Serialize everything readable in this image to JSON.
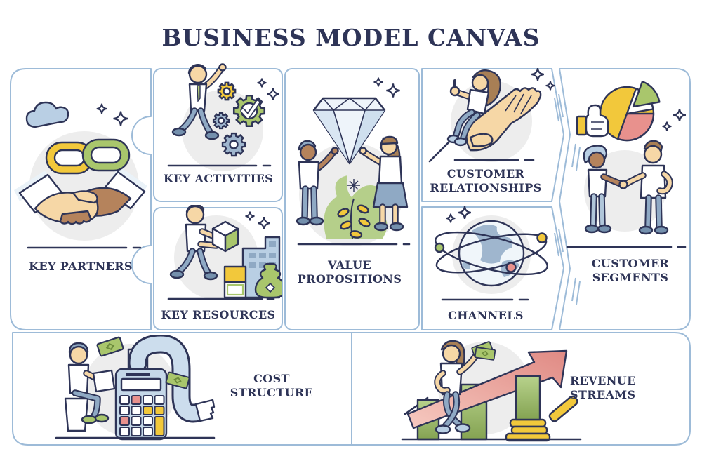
{
  "title": "BUSINESS MODEL CANVAS",
  "palette": {
    "outline_navy": "#2e3457",
    "box_border_blue": "#9dbbd8",
    "yellow": "#f2c83b",
    "green": "#a9c66c",
    "pink": "#e8918d",
    "blue_gray": "#8fa9c4",
    "light_blue": "#b9cfe4",
    "pale_blue": "#ccdded",
    "skin": "#f6d7a6",
    "skin_dark": "#b5835c",
    "bg_gray": "#ededed"
  },
  "sections": {
    "key_partners": {
      "label": "KEY PARTNERS",
      "icon": "handshake-chain-illustration"
    },
    "key_activities": {
      "label": "KEY ACTIVITIES",
      "icon": "person-gears-illustration"
    },
    "key_resources": {
      "label": "KEY RESOURCES",
      "icon": "person-cube-building-illustration"
    },
    "value_propositions": {
      "label": "VALUE PROPOSITIONS",
      "icon": "diamond-people-illustration"
    },
    "customer_relationships": {
      "label": "CUSTOMER RELATIONSHIPS",
      "icon": "person-on-hand-illustration"
    },
    "channels": {
      "label": "CHANNELS",
      "icon": "globe-orbits-illustration"
    },
    "customer_segments": {
      "label": "CUSTOMER SEGMENTS",
      "icon": "handshake-pie-chart-illustration"
    },
    "cost_structure": {
      "label": "COST STRUCTURE",
      "icon": "calculator-receipt-illustration"
    },
    "revenue_streams": {
      "label": "REVENUE STREAMS",
      "icon": "growth-arrow-money-illustration"
    }
  }
}
